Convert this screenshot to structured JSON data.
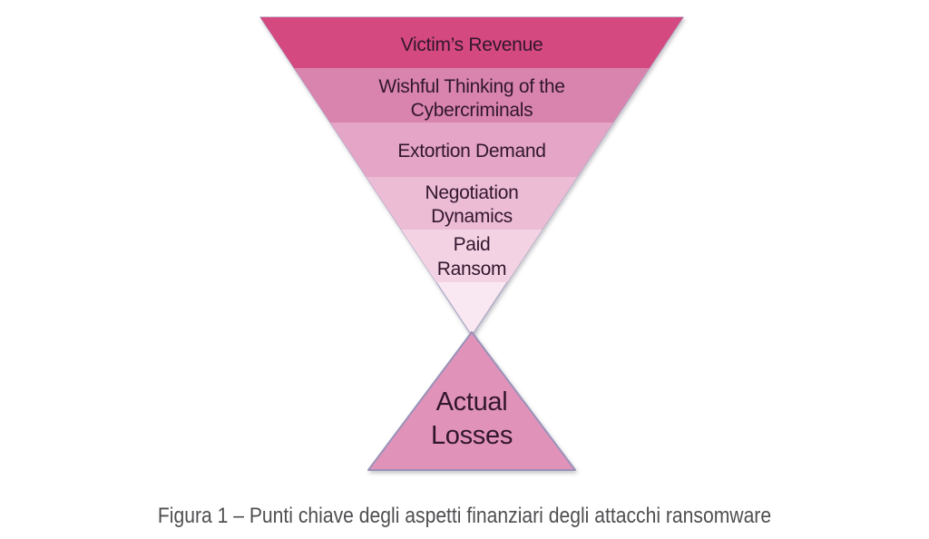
{
  "figure": {
    "caption": "Figura 1 – Punti chiave degli aspetti finanziari degli attacchi ransomware",
    "caption_color": "#4f4f52",
    "background_color": "#ffffff"
  },
  "diagram": {
    "type": "funnel",
    "text_color": "#33182f",
    "edge_color": "#aaa6c4",
    "funnel_layers": [
      {
        "label": "Victim’s Revenue",
        "lines": [
          "Victim’s Revenue"
        ],
        "color": "#d4497f"
      },
      {
        "label": "Wishful Thinking of the Cybercriminals",
        "lines": [
          "Wishful Thinking of the",
          "Cybercriminals"
        ],
        "color": "#d884ae"
      },
      {
        "label": "Extortion Demand",
        "lines": [
          "Extortion Demand"
        ],
        "color": "#e4a5c6"
      },
      {
        "label": "Negotiation Dynamics",
        "lines": [
          "Negotiation",
          "Dynamics"
        ],
        "color": "#ecbcd5"
      },
      {
        "label": "Paid Ransom",
        "lines": [
          "Paid",
          "Ransom"
        ],
        "color": "#f3d3e3"
      },
      {
        "label": "",
        "lines": [],
        "color": "#f9e8f1"
      }
    ],
    "loss_triangle": {
      "label": "Actual Losses",
      "lines": [
        "Actual",
        "Losses"
      ],
      "color": "#e192b9",
      "stroke_color": "#9992b8"
    }
  }
}
